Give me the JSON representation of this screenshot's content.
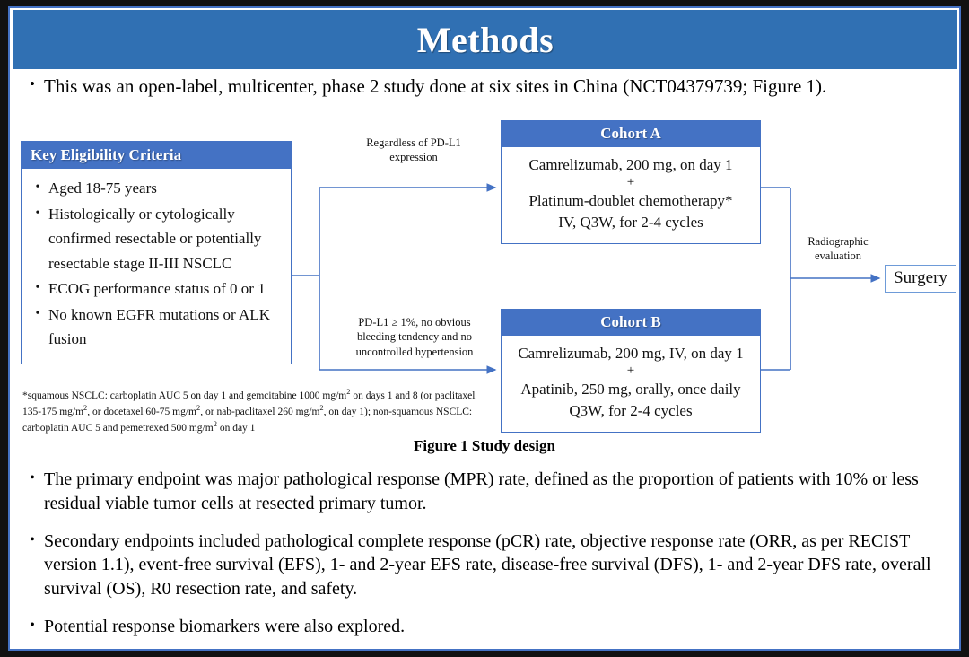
{
  "slide": {
    "title": "Methods",
    "accent_header": "#3070B3",
    "accent_box": "#4472C4",
    "border_color": "#111111"
  },
  "intro_bullet": {
    "marker": "•",
    "text": "This was an open-label, multicenter, phase 2 study done at six sites in China (NCT04379739; Figure 1)."
  },
  "eligibility": {
    "header": "Key  Eligibility Criteria",
    "marker": "•",
    "items": [
      "Aged 18-75 years",
      "Histologically or cytologically confirmed resectable or potentially resectable stage II-III  NSCLC",
      "ECOG performance status of 0 or 1",
      "No known EGFR mutations or ALK fusion"
    ]
  },
  "footnote": {
    "line1_a": "*squamous NSCLC: carboplatin AUC 5 on day 1 and gemcitabine 1000 mg/m",
    "line1_sup": "2",
    "line1_b": " on days 1 and 8 (or paclitaxel 135-175  mg/m",
    "line2_sup": "2",
    "line2_b": ", or docetaxel 60-75 mg/m",
    "line3_sup": "2",
    "line3_b": ", or nab-paclitaxel 260 mg/m",
    "line4_sup": "2",
    "line4_b": ", on day 1); non-squamous NSCLC: carboplatin AUC 5 and pemetrexed 500 mg/m",
    "line5_sup": "2",
    "line5_b": " on day 1"
  },
  "branches": {
    "top_label": "Regardless of PD-L1 expression",
    "bottom_label": "PD-L1 ≥ 1%, no obvious bleeding tendency and no uncontrolled hypertension",
    "radiographic_label": "Radiographic evaluation"
  },
  "cohort_a": {
    "header": "Cohort A",
    "line1": "Camrelizumab, 200 mg, on day 1",
    "plus": "+",
    "line2": "Platinum-doublet chemotherapy*",
    "line3": "IV, Q3W, for 2-4 cycles"
  },
  "cohort_b": {
    "header": "Cohort B",
    "line1": "Camrelizumab, 200 mg, IV, on day 1",
    "plus": "+",
    "line2": "Apatinib, 250 mg, orally, once daily",
    "line3": "Q3W, for 2-4 cycles"
  },
  "surgery": {
    "label": "Surgery"
  },
  "figure_caption": "Figure 1 Study design",
  "bottom_bullets": {
    "marker": "•",
    "items": [
      "The primary endpoint was major pathological response (MPR) rate, defined as the proportion of patients with 10% or less residual viable tumor cells at resected primary tumor.",
      "Secondary endpoints included pathological complete response (pCR) rate, objective response rate (ORR, as per RECIST version 1.1), event-free survival (EFS), 1- and 2-year EFS rate, disease-free survival (DFS), 1- and 2-year DFS rate, overall survival (OS), R0 resection rate, and safety.",
      "Potential response biomarkers were also explored."
    ]
  }
}
